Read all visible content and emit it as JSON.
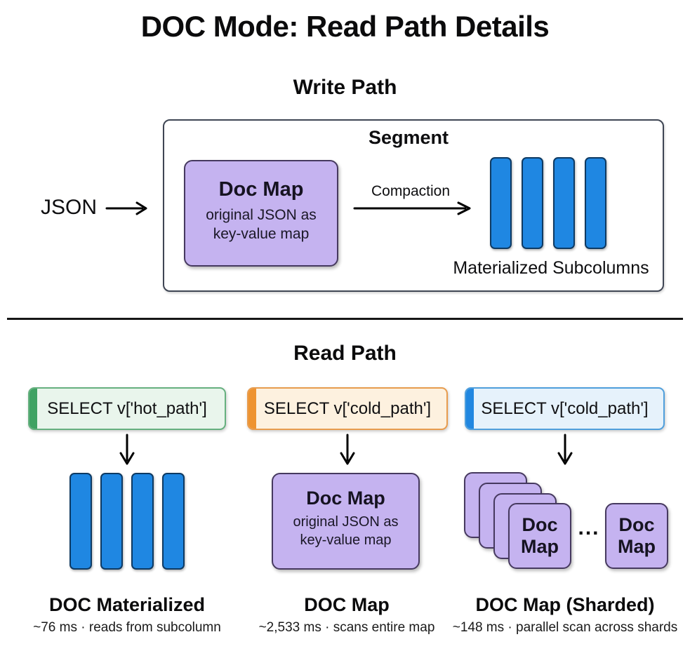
{
  "title": "DOC Mode: Read Path Details",
  "write_path": {
    "heading": "Write Path",
    "input_label": "JSON",
    "segment": {
      "label": "Segment",
      "doc_map": {
        "title": "Doc Map",
        "subtitle_lines": [
          "original JSON as",
          "key-value map"
        ]
      },
      "compaction_label": "Compaction",
      "subcolumns": {
        "label": "Materialized Subcolumns",
        "bar_count": 4
      }
    }
  },
  "read_path": {
    "heading": "Read Path",
    "columns": [
      {
        "query": "SELECT v['hot_path']",
        "accent_color": "#3fa263",
        "result": "subcolumn-bars",
        "bar_count": 4,
        "label": "DOC Materialized",
        "stats": "~76 ms · reads from subcolumn"
      },
      {
        "query": "SELECT v['cold_path']",
        "accent_color": "#ee9330",
        "result": "doc-map",
        "doc_map": {
          "title": "Doc Map",
          "subtitle_lines": [
            "original JSON as",
            "key-value map"
          ]
        },
        "label": "DOC Map",
        "stats": "~2,533 ms · scans entire map"
      },
      {
        "query": "SELECT v['cold_path']",
        "accent_color": "#2187e0",
        "result": "sharded-doc-maps",
        "shard_stack_count": 4,
        "card_label": "Doc Map",
        "ellipsis": "...",
        "label": "DOC Map (Sharded)",
        "stats": "~148 ms · parallel scan across shards"
      }
    ]
  },
  "colors": {
    "bar_blue": "#1f87e2",
    "bar_blue_border": "#0e3a63",
    "purple_fill": "#c5b3f0",
    "purple_border": "#46395f",
    "green_accent": "#3fa263",
    "orange_accent": "#ee9330",
    "blue_accent": "#2187e0"
  }
}
